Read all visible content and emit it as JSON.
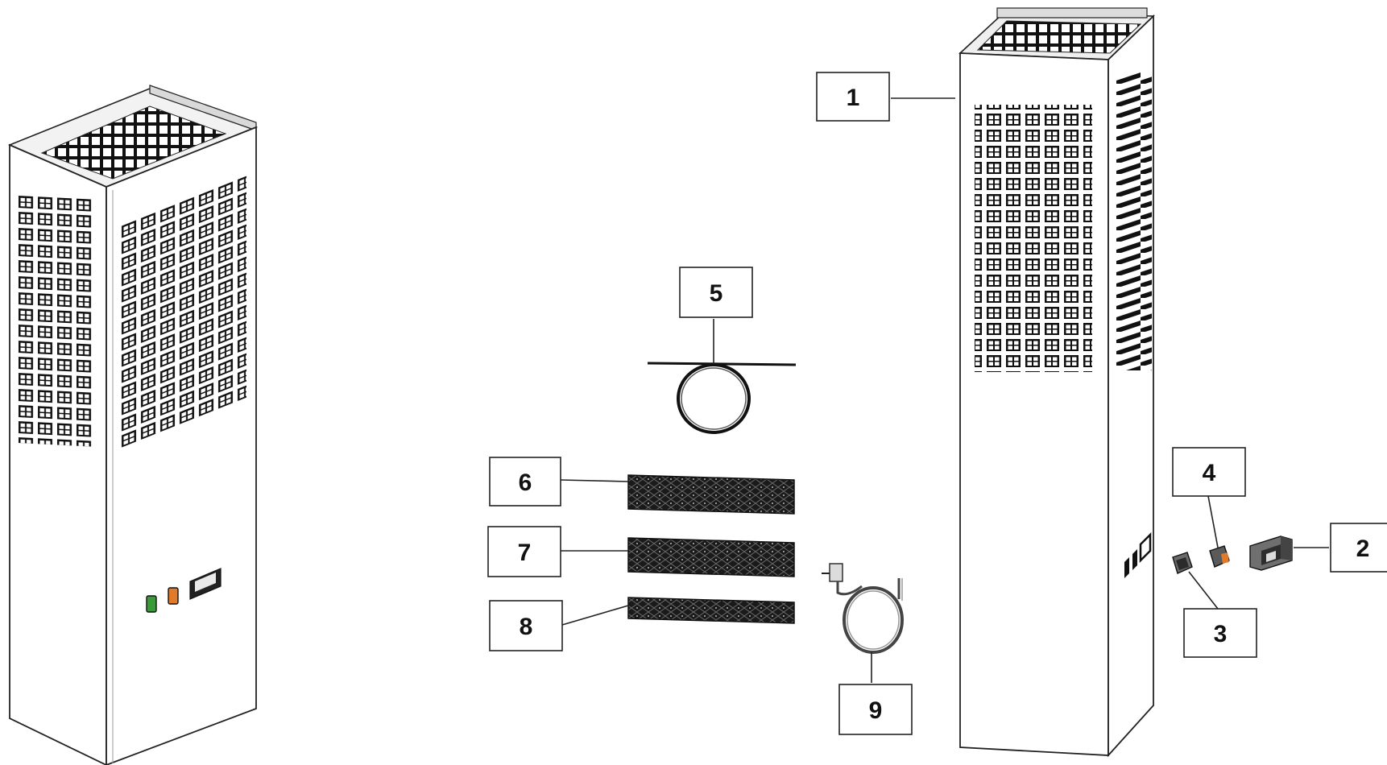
{
  "callouts": [
    {
      "id": "1",
      "label": "1"
    },
    {
      "id": "2",
      "label": "2"
    },
    {
      "id": "3",
      "label": "3"
    },
    {
      "id": "4",
      "label": "4"
    },
    {
      "id": "5",
      "label": "5"
    },
    {
      "id": "6",
      "label": "6"
    },
    {
      "id": "7",
      "label": "7"
    },
    {
      "id": "8",
      "label": "8"
    },
    {
      "id": "9",
      "label": "9"
    }
  ],
  "colors": {
    "outline": "#222222",
    "panel": "#ffffff",
    "shade": "#ececec",
    "switch_green": "#3a9a3a",
    "switch_orange": "#e07b2c"
  },
  "icons": {
    "assembled_unit": "cabinet-cooling-unit-icon",
    "housing": "unit-housing-icon",
    "capillary_coil": "capillary-coil-icon",
    "filter_pad": "filter-mat-icon",
    "power_cable": "power-cable-icon",
    "rocker_switch": "rocker-switch-icon",
    "controller": "thermostat-controller-icon"
  }
}
